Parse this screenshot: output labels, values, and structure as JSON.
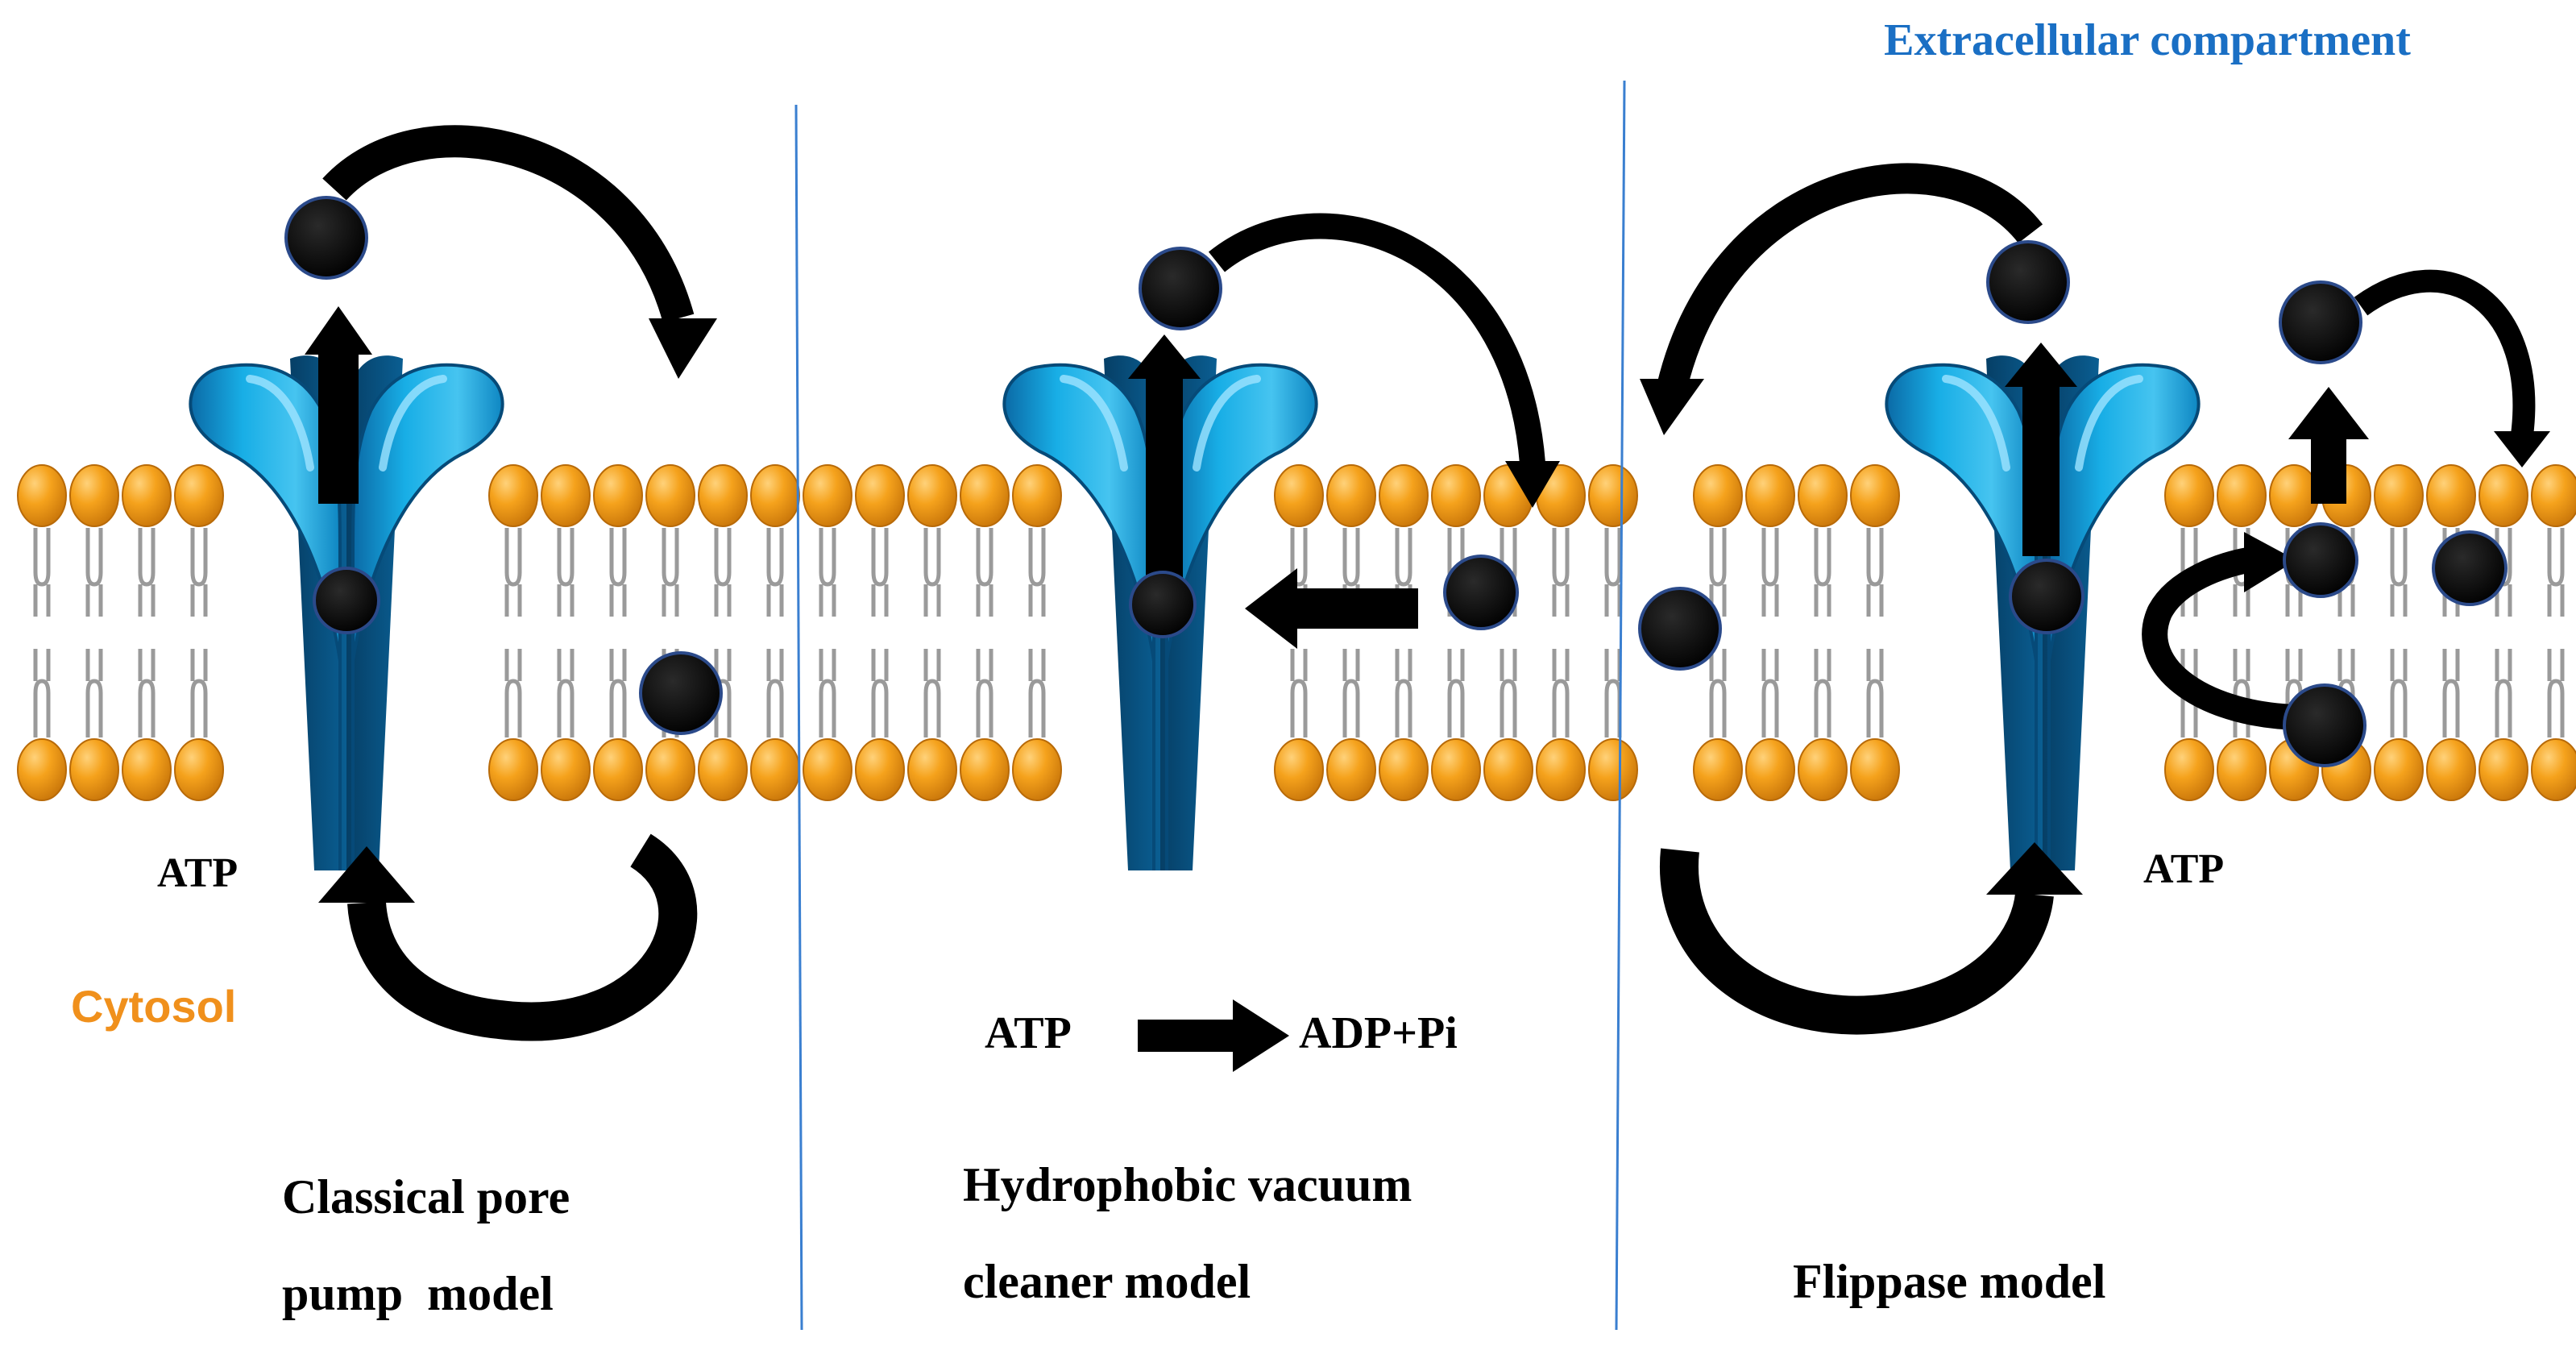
{
  "labels": {
    "extracellular": "Extracellular compartment",
    "cytosol": "Cytosol",
    "atp_left": "ATP",
    "atp_right": "ATP",
    "reaction_reactant": "ATP",
    "reaction_product": "ADP+Pi"
  },
  "models": [
    {
      "line1": "Classical pore",
      "line2": "pump  model"
    },
    {
      "line1": "Hydrophobic vacuum",
      "line2": "cleaner model"
    },
    {
      "line1": "Flippase model"
    }
  ],
  "colors": {
    "extracellular": "#1a6fc4",
    "cytosol": "#f0901c",
    "lipid_head": "#f5a21c",
    "lipid_tail": "#9a9a9a",
    "transporter_light": "#15a8e0",
    "transporter_dark": "#0a5e92",
    "substrate": "#000000",
    "divider": "#3a7fd0"
  }
}
